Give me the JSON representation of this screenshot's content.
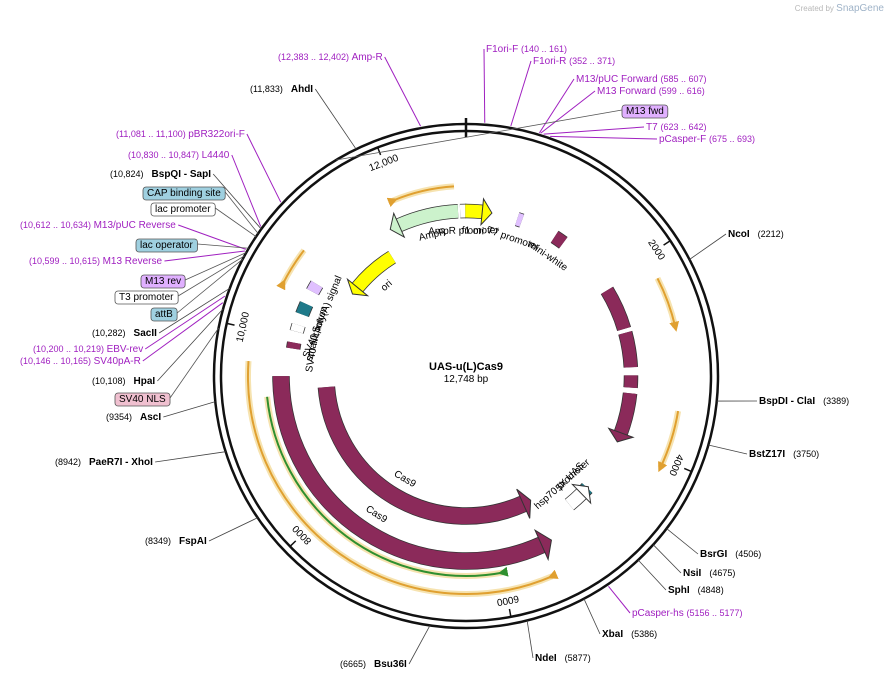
{
  "credit": {
    "prefix": "Created by",
    "brand": "SnapGene"
  },
  "plasmid": {
    "name": "UAS-u(L)Cas9",
    "size_label": "12,748 bp",
    "length": 12748
  },
  "ticks": [
    {
      "pos": 2000,
      "label": "2000"
    },
    {
      "pos": 4000,
      "label": "4000"
    },
    {
      "pos": 6000,
      "label": "6000"
    },
    {
      "pos": 8000,
      "label": "8000"
    },
    {
      "pos": 10000,
      "label": "10,000"
    },
    {
      "pos": 12000,
      "label": "12,000"
    }
  ],
  "features": [
    {
      "id": "amp-r-promoter",
      "label": "AmpR promoter",
      "ring": 165,
      "start": 12675,
      "end": 12750,
      "dir": 0,
      "color": "#ffffff"
    },
    {
      "id": "amp-r",
      "label": "AmpR",
      "ring": 165,
      "start": 11900,
      "end": 12650,
      "dir": -1,
      "color": "#ccf2cc"
    },
    {
      "id": "f1-ori",
      "label": "f1 ori",
      "ring": 165,
      "start": 12740,
      "end": 200,
      "dir": 1,
      "color": "#ffff00"
    },
    {
      "id": "ori",
      "label": "ori",
      "ring": 140,
      "start": 10950,
      "end": 11620,
      "dir": -1,
      "color": "#ffff00"
    },
    {
      "id": "t7-promoter",
      "label": "T7 promoter",
      "ring": 165,
      "start": 640,
      "end": 700,
      "dir": 0,
      "color": "#e0c0ff"
    },
    {
      "id": "mini-white-1",
      "label": "mini-white",
      "ring": 165,
      "start": 1150,
      "end": 1280,
      "dir": 0,
      "color": "#8b2a5a"
    },
    {
      "id": "mini-white-2",
      "label": "",
      "ring": 165,
      "start": 2080,
      "end": 2600,
      "dir": 0,
      "color": "#8b2a5a"
    },
    {
      "id": "mini-white-3",
      "label": "",
      "ring": 165,
      "start": 2650,
      "end": 3080,
      "dir": 0,
      "color": "#8b2a5a"
    },
    {
      "id": "mini-white-4",
      "label": "",
      "ring": 165,
      "start": 3180,
      "end": 3330,
      "dir": 0,
      "color": "#8b2a5a"
    },
    {
      "id": "mini-white-5",
      "label": "",
      "ring": 165,
      "start": 3400,
      "end": 3900,
      "dir": 1,
      "color": "#8b2a5a"
    },
    {
      "id": "uas-box",
      "label": "5X UAS",
      "ring": 165,
      "start": 4700,
      "end": 4800,
      "dir": 0,
      "color": "#1f7a8a"
    },
    {
      "id": "hsp70",
      "label": "hsp70 promoter",
      "ring": 165,
      "start": 4800,
      "end": 5000,
      "dir": -1,
      "color": "#ffffff"
    },
    {
      "id": "cas9-outer",
      "label": "Cas9",
      "ring": 185,
      "start": 5520,
      "end": 9560,
      "dir": -1,
      "color": "#8b2a5a"
    },
    {
      "id": "cas9-inner",
      "label": "Cas9",
      "ring": 140,
      "start": 5520,
      "end": 9400,
      "dir": -1,
      "color": "#8b2a5a"
    },
    {
      "id": "sv40-nls-box",
      "label": "SV40 NLS",
      "ring": 175,
      "start": 9880,
      "end": 9950,
      "dir": 0,
      "color": "#8b2a5a"
    },
    {
      "id": "small-t-intron",
      "label": "small t intron",
      "ring": 175,
      "start": 10080,
      "end": 10160,
      "dir": 0,
      "color": "#ffffff"
    },
    {
      "id": "sv40-polya",
      "label": "SV40 poly(A) signal",
      "ring": 175,
      "start": 10290,
      "end": 10420,
      "dir": 0,
      "color": "#1f7a8a"
    },
    {
      "id": "lac-elements",
      "label": "",
      "ring": 175,
      "start": 10580,
      "end": 10680,
      "dir": 0,
      "color": "#e0c0ff"
    }
  ],
  "orfs": [
    {
      "id": "orf-top",
      "start": 11950,
      "end": 12620,
      "r": 190,
      "dir": -1
    },
    {
      "id": "orf-right",
      "start": 2230,
      "end": 2720,
      "r": 215,
      "dir": 1
    },
    {
      "id": "orf-right2",
      "start": 3520,
      "end": 4080,
      "r": 215,
      "dir": 1
    },
    {
      "id": "orf-left",
      "start": 10510,
      "end": 10900,
      "r": 205,
      "dir": -1
    },
    {
      "id": "orf-cas9-long",
      "start": 5550,
      "end": 9700,
      "r": 218,
      "dir": -1
    },
    {
      "id": "orf-cas9-green",
      "start": 6000,
      "end": 9350,
      "r": 200,
      "dir": -1
    }
  ],
  "sites": [
    {
      "id": "ahdi",
      "name": "AhdI",
      "pos": "(11,833)",
      "color": "#000000",
      "p": 11833
    },
    {
      "id": "bspqi",
      "name": "BspQI",
      "extra": " - SapI",
      "pos": "(10,824)",
      "color": "#000000",
      "p": 10824
    },
    {
      "id": "sacii",
      "name": "SacII",
      "pos": "(10,282)",
      "color": "#000000",
      "p": 10282
    },
    {
      "id": "hpai",
      "name": "HpaI",
      "pos": "(10,108)",
      "color": "#000000",
      "p": 10108
    },
    {
      "id": "asci",
      "name": "AscI",
      "pos": "(9354)",
      "color": "#000000",
      "p": 9354
    },
    {
      "id": "paer7i",
      "name": "PaeR7I",
      "extra": " - XhoI",
      "pos": "(8942)",
      "color": "#000000",
      "p": 8942
    },
    {
      "id": "fspai",
      "name": "FspAI",
      "pos": "(8349)",
      "color": "#000000",
      "p": 8349
    },
    {
      "id": "bsu36i",
      "name": "Bsu36I",
      "pos": "(6665)",
      "color": "#000000",
      "p": 6665
    },
    {
      "id": "ndei",
      "name": "NdeI",
      "pos": "(5877)",
      "color": "#000000",
      "p": 5877
    },
    {
      "id": "xbai",
      "name": "XbaI",
      "pos": "(5386)",
      "color": "#000000",
      "p": 5386
    },
    {
      "id": "sphi",
      "name": "SphI",
      "pos": "(4848)",
      "color": "#000000",
      "p": 4848
    },
    {
      "id": "nsii",
      "name": "NsiI",
      "pos": "(4675)",
      "color": "#000000",
      "p": 4675
    },
    {
      "id": "bsrgi",
      "name": "BsrGI",
      "pos": "(4506)",
      "color": "#000000",
      "p": 4506
    },
    {
      "id": "bstz17i",
      "name": "BstZ17I",
      "pos": "(3750)",
      "color": "#000000",
      "p": 3750
    },
    {
      "id": "bspdi",
      "name": "BspDI",
      "extra": " - ClaI",
      "pos": "(3389)",
      "color": "#000000",
      "p": 3389
    },
    {
      "id": "ncoi",
      "name": "NcoI",
      "pos": "(2212)",
      "color": "#000000",
      "p": 2212
    }
  ],
  "primers": [
    {
      "id": "amp-r-primer",
      "name": "Amp-R",
      "range": "(12,383 .. 12,402)"
    },
    {
      "id": "f1ori-f",
      "name": "F1ori-F",
      "range": "(140 .. 161)"
    },
    {
      "id": "f1ori-r",
      "name": "F1ori-R",
      "range": "(352 .. 371)"
    },
    {
      "id": "m13-puc-forward",
      "name": "M13/pUC Forward",
      "range": "(585 .. 607)"
    },
    {
      "id": "m13-forward",
      "name": "M13 Forward",
      "range": "(599 .. 616)"
    },
    {
      "id": "t7-primer",
      "name": "T7",
      "range": "(623 .. 642)"
    },
    {
      "id": "pcasper-f",
      "name": "pCasper-F",
      "range": "(675 .. 693)"
    },
    {
      "id": "pbr322ori-f",
      "name": "pBR322ori-F",
      "range": "(11,081 .. 11,100)"
    },
    {
      "id": "l4440",
      "name": "L4440",
      "range": "(10,830 .. 10,847)"
    },
    {
      "id": "m13-puc-reverse",
      "name": "M13/pUC Reverse",
      "range": "(10,612 .. 10,634)"
    },
    {
      "id": "m13-reverse",
      "name": "M13 Reverse",
      "range": "(10,599 .. 10,615)"
    },
    {
      "id": "ebv-rev",
      "name": "EBV-rev",
      "range": "(10,200 .. 10,219)"
    },
    {
      "id": "sv40pa-r",
      "name": "SV40pA-R",
      "range": "(10,146 .. 10,165)"
    },
    {
      "id": "pcasper-hs",
      "name": "pCasper-hs",
      "range": "(5156 .. 5177)"
    }
  ],
  "boxed_labels": [
    {
      "id": "m13-fwd",
      "text": "M13 fwd",
      "fill": "#e0b0ff"
    },
    {
      "id": "cap-binding-site",
      "text": "CAP binding site",
      "fill": "#9fd0e0"
    },
    {
      "id": "lac-promoter",
      "text": "lac promoter",
      "fill": "#ffffff"
    },
    {
      "id": "lac-operator",
      "text": "lac operator",
      "fill": "#9fd0e0"
    },
    {
      "id": "m13-rev",
      "text": "M13 rev",
      "fill": "#e0b0ff"
    },
    {
      "id": "t3-promoter",
      "text": "T3 promoter",
      "fill": "#ffffff"
    },
    {
      "id": "attb",
      "text": "attB",
      "fill": "#9fd0e0"
    },
    {
      "id": "sv40-nls",
      "text": "SV40 NLS",
      "fill": "#f0c0d0"
    }
  ],
  "colors": {
    "backbone": "#111111",
    "site": "#000000",
    "primer": "#a020c0",
    "orf_orange": "#e0a030",
    "orf_green": "#2f8f2f"
  }
}
